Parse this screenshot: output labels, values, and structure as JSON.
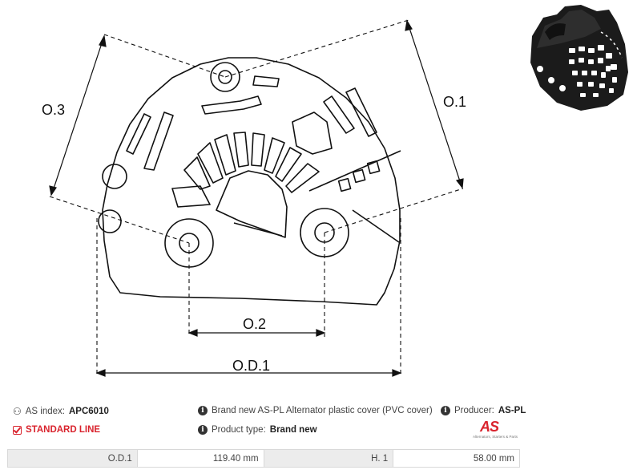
{
  "drawing": {
    "labels": {
      "o3": "O.3",
      "o1": "O.1",
      "o2": "O.2",
      "od1": "O.D.1"
    }
  },
  "product": {
    "as_index_label": "AS index:",
    "as_index_value": "APC6010",
    "description": "Brand new AS-PL Alternator plastic cover (PVC cover)",
    "producer_label": "Producer:",
    "producer_value": "AS-PL",
    "line": "STANDARD LINE",
    "product_type_label": "Product type:",
    "product_type_value": "Brand new"
  },
  "logo": {
    "mark": "AS",
    "tagline": "Alternators, Starters & Parts"
  },
  "specs": [
    {
      "label": "O.D.1",
      "value": "119.40 mm"
    },
    {
      "label": "H. 1",
      "value": "58.00 mm"
    }
  ],
  "colors": {
    "brand_red": "#d9232d",
    "line": "#111111",
    "table_label_bg": "#ececec"
  }
}
